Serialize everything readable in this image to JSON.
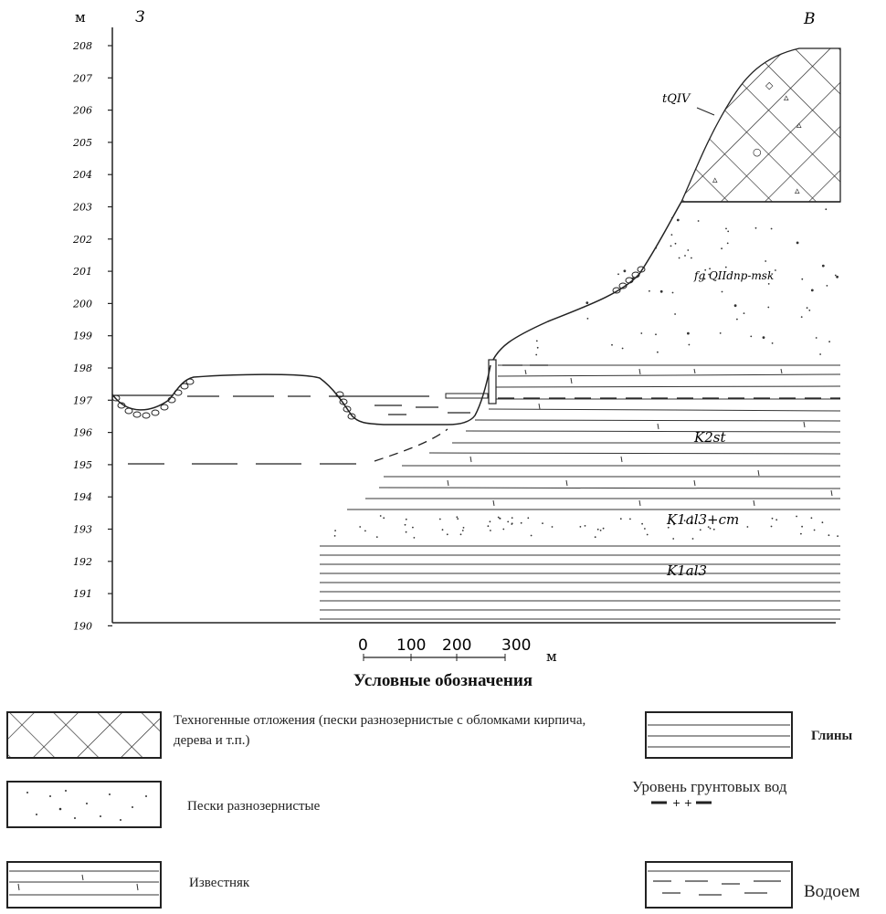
{
  "diagram": {
    "axis_unit": "м",
    "direction_west": "З",
    "direction_east": "В",
    "y_ticks": [
      "208",
      "207",
      "206",
      "205",
      "204",
      "203",
      "202",
      "201",
      "200",
      "199",
      "198",
      "197",
      "196",
      "195",
      "194",
      "193",
      "192",
      "191",
      "190"
    ],
    "scale": {
      "ticks": [
        "0",
        "100",
        "200",
        "300"
      ],
      "unit": "м"
    },
    "labels": {
      "technogenic": "tQIV",
      "fluvioglacial": "fg QIIdnp-msk",
      "k2st": "K2st",
      "k1al3cm": "K1al3+cm",
      "k1al3": "K1al3"
    }
  },
  "legend": {
    "title": "Условные обозначения",
    "items": {
      "technogenic": "Техногенные отложения (пески разнозернистые с обломками кирпича, дерева и т.п.)",
      "sands": "Пески разнозернистые",
      "limestone": "Известняк",
      "clays": "Глины",
      "groundwater": "Уровень грунтовых вод",
      "reservoir": "Водоем"
    }
  }
}
